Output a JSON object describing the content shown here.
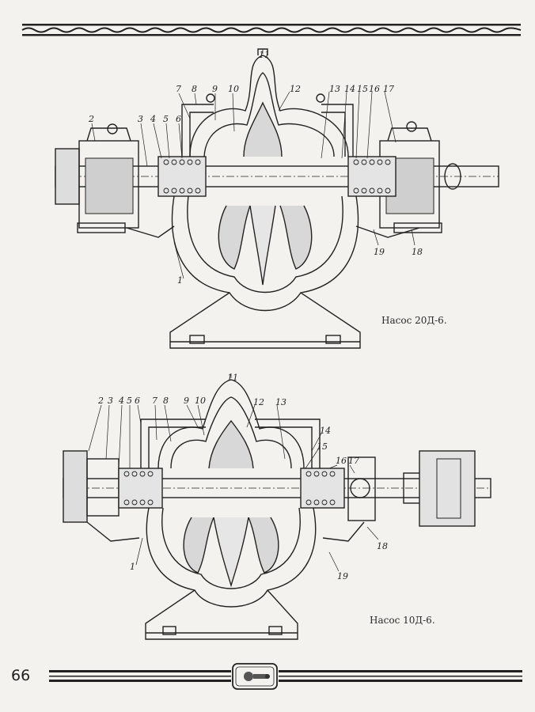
{
  "page": {
    "number": "66"
  },
  "figures": [
    {
      "caption": "Насос 20Д-6.",
      "callouts": [
        "11",
        "12",
        "13",
        "14",
        "15",
        "16",
        "17",
        "7",
        "8",
        "9",
        "10",
        "2",
        "3",
        "4",
        "5",
        "6",
        "1",
        "18",
        "19"
      ]
    },
    {
      "caption": "Насос 10Д-6.",
      "callouts": [
        "11",
        "12",
        "13",
        "14",
        "15",
        "16",
        "17",
        "2",
        "3",
        "4",
        "5",
        "6",
        "7",
        "8",
        "9",
        "10",
        "1",
        "18",
        "19"
      ]
    }
  ]
}
